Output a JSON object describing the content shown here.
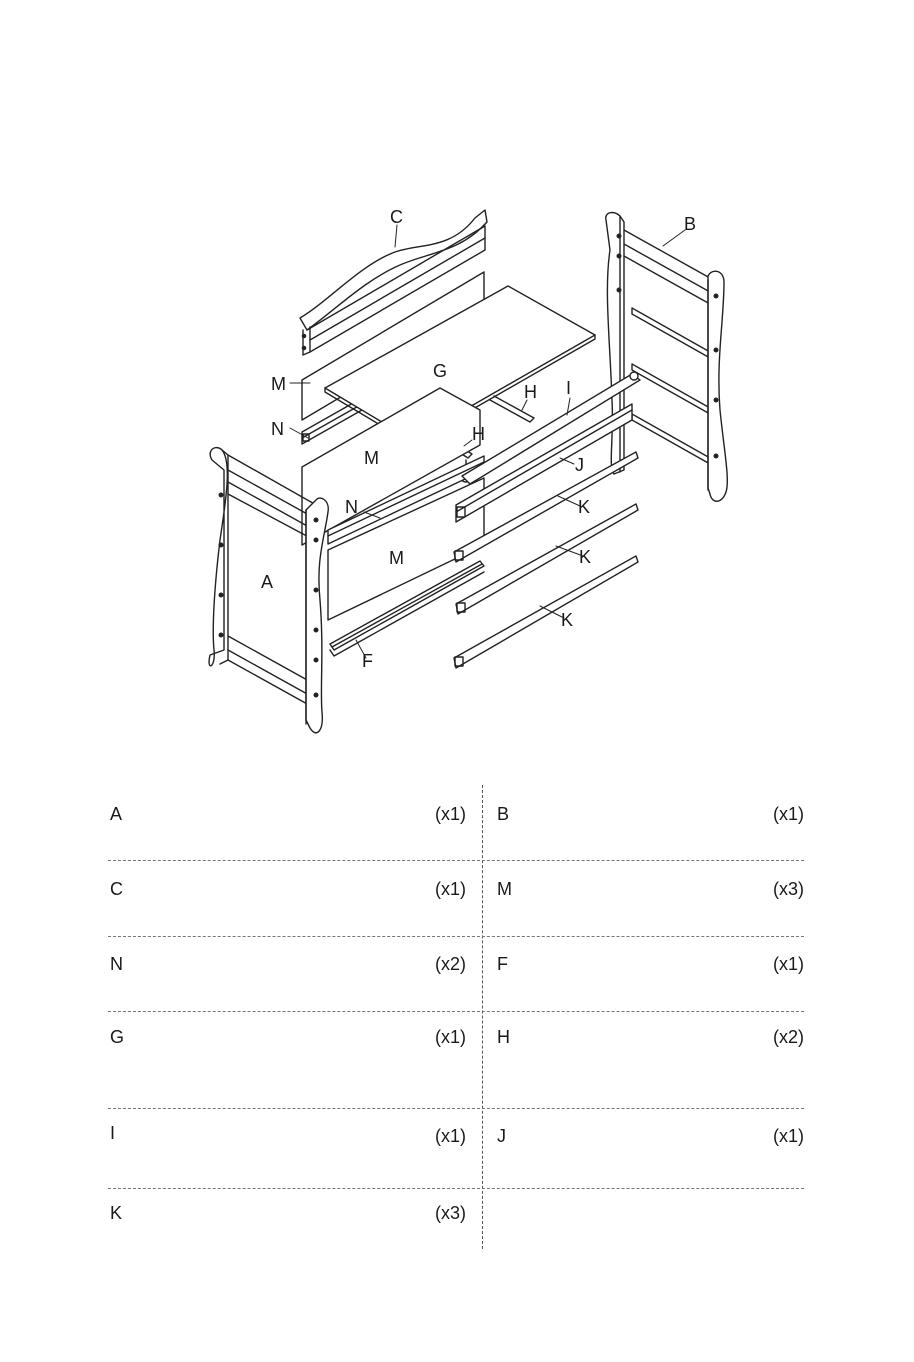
{
  "colors": {
    "line": "#222222",
    "divider": "#666666"
  },
  "callouts": [
    "A",
    "B",
    "C",
    "F",
    "G",
    "H",
    "H",
    "I",
    "J",
    "K",
    "K",
    "K",
    "M",
    "M",
    "M",
    "N",
    "N"
  ],
  "parts": [
    {
      "letter": "A",
      "qty": "(x1)"
    },
    {
      "letter": "B",
      "qty": "(x1)"
    },
    {
      "letter": "C",
      "qty": "(x1)"
    },
    {
      "letter": "M",
      "qty": "(x3)"
    },
    {
      "letter": "N",
      "qty": "(x2)"
    },
    {
      "letter": "F",
      "qty": "(x1)"
    },
    {
      "letter": "G",
      "qty": "(x1)"
    },
    {
      "letter": "H",
      "qty": "(x2)"
    },
    {
      "letter": "I",
      "qty": "(x1)"
    },
    {
      "letter": "J",
      "qty": "(x1)"
    },
    {
      "letter": "K",
      "qty": "(x3)"
    }
  ]
}
